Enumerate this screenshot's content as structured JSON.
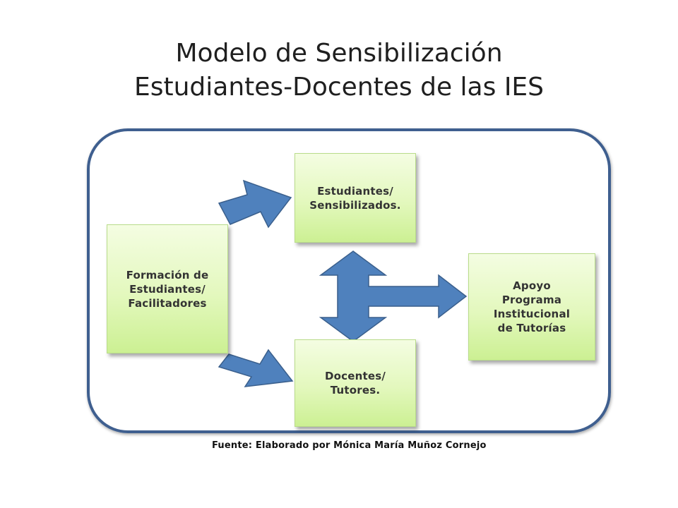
{
  "title": {
    "line1": "Modelo de Sensibilización",
    "line2": "Estudiantes-Docentes de las IES"
  },
  "boxes": {
    "formacion": "Formación de\nEstudiantes/\nFacilitadores",
    "estudiantes": "Estudiantes/\nSensibilizados.",
    "docentes": "Docentes/\nTutores.",
    "apoyo": "Apoyo\nPrograma\nInstitucional\nde Tutorías"
  },
  "caption": "Fuente: Elaborado por Mónica María Muñoz Cornejo",
  "colors": {
    "frame": "#3f5f8f",
    "arrow_fill": "#4f81bd",
    "arrow_stroke": "#3a5f8c",
    "box_fill": "#e3f8bd"
  }
}
